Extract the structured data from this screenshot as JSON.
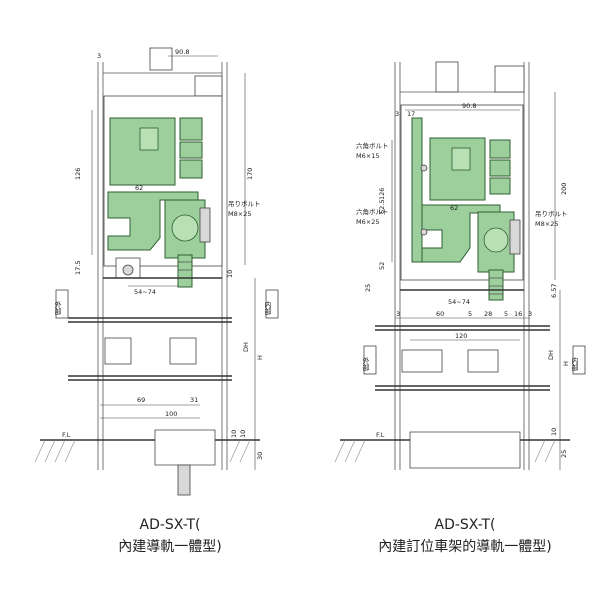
{
  "left": {
    "caption_line1": "AD-SX-T(",
    "caption_line2": "內建導軌一體型)",
    "dims": {
      "d3": "3",
      "d908": "90.8",
      "d126": "126",
      "d170": "170",
      "d62": "62",
      "d175": "17.5",
      "d5474": "54~74",
      "d10a": "10",
      "d10b": "10",
      "d10c": "10",
      "d69": "69",
      "d31": "31",
      "d100": "100",
      "dDH": "DH",
      "dH": "H",
      "d30": "30"
    },
    "bolt_label": "吊りボルト",
    "bolt_size": "M8×25",
    "outside": "外部",
    "inside": "内部",
    "fl": "F.L"
  },
  "right": {
    "caption_line1": "AD-SX-T(",
    "caption_line2": "內建訂位車架的導軌一體型)",
    "dims": {
      "d3a": "3",
      "d17": "17",
      "d908": "90.8",
      "d200": "200",
      "d126": "126",
      "d625": "62.5",
      "d62": "62",
      "d52": "52",
      "d25": "25",
      "d5474": "54~74",
      "d657": "6.57",
      "d3b": "3",
      "d60": "60",
      "d5a": "5",
      "d28": "28",
      "d5b": "5",
      "d16": "16",
      "d3c": "3",
      "d120": "120",
      "dDH": "DH",
      "dH": "H",
      "d10": "10",
      "d25b": "25"
    },
    "hex_label": "六角ボルト",
    "hex_size1": "M6×15",
    "hex_size2": "M6×25",
    "bolt_label": "吊りボルト",
    "bolt_size": "M8×25",
    "outside": "外部",
    "inside": "内部",
    "fl": "F.L"
  }
}
